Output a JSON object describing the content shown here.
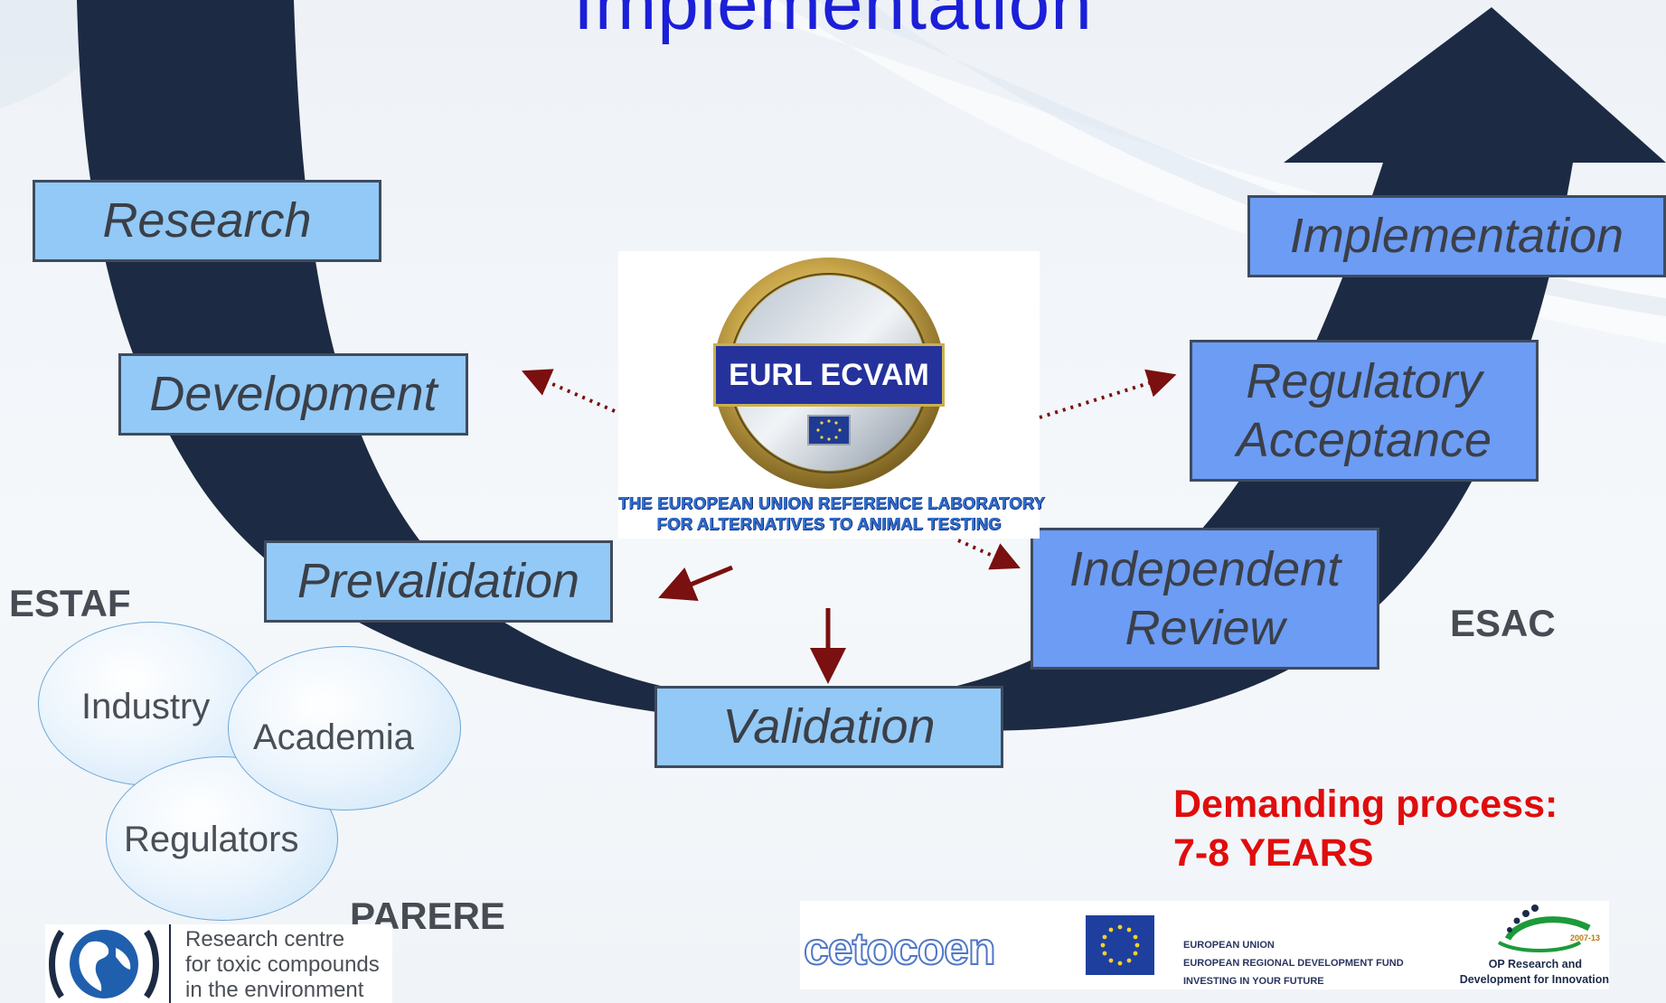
{
  "title": "Implementation",
  "steps": {
    "research": "Research",
    "development": "Development",
    "prevalidation": "Prevalidation",
    "validation": "Validation",
    "independent_review_line1": "Independent",
    "independent_review_line2": "Review",
    "regulatory_acceptance_line1": "Regulatory",
    "regulatory_acceptance_line2": "Acceptance",
    "implementation": "Implementation"
  },
  "labels": {
    "estaf": "ESTAF",
    "esac": "ESAC",
    "parere": "PARERE"
  },
  "stakeholders": [
    "Industry",
    "Academia",
    "Regulators"
  ],
  "eurl_logo": {
    "name": "EURL ECVAM",
    "caption_line1": "THE EUROPEAN UNION REFERENCE LABORATORY",
    "caption_line2": "FOR ALTERNATIVES TO ANIMAL TESTING"
  },
  "note": {
    "line1": "Demanding process:",
    "line2": "7-8 YEARS"
  },
  "research_centre": {
    "line1": "Research centre",
    "line2": "for toxic compounds",
    "line3": "in the environment"
  },
  "funding": {
    "cetocoen": "cetocoen",
    "eu_line1": "EUROPEAN UNION",
    "eu_line2": "EUROPEAN REGIONAL DEVELOPMENT FUND",
    "eu_line3": "INVESTING IN YOUR FUTURE",
    "op_years": "2007-13",
    "op_line1": "OP Research and",
    "op_line2": "Development for Innovation"
  },
  "colors": {
    "title": "#1b1fd8",
    "arc": "#1c2b43",
    "step_light": "#92c9f7",
    "step_dark": "#6c9cf4",
    "arrow": "#7a1010",
    "note": "#e00d0d"
  }
}
